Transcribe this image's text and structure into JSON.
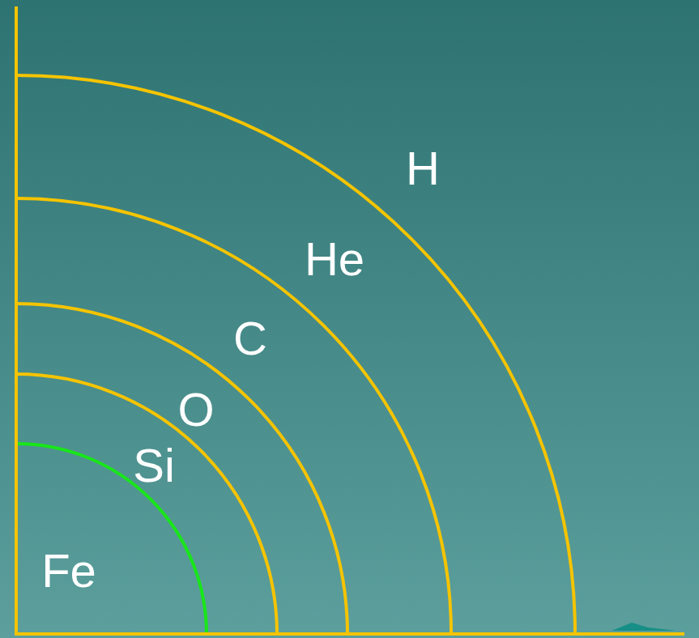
{
  "diagram": {
    "labels": [
      "H",
      "He",
      "C",
      "O",
      "Si",
      "Fe"
    ]
  }
}
